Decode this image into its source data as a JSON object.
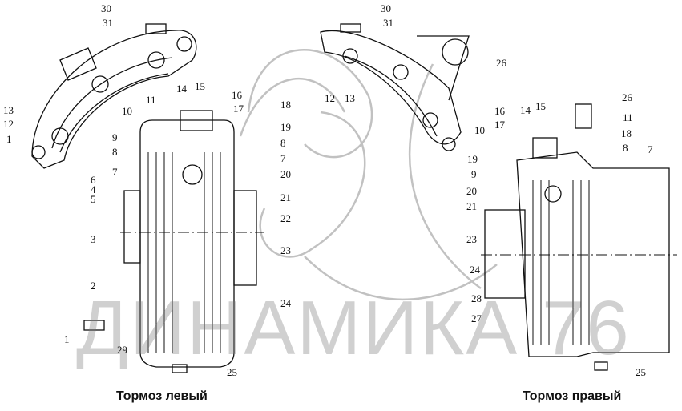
{
  "watermark": "ДИНАМИКА 76",
  "left_brake": {
    "caption": "Тормоз левый",
    "labels": [
      "30",
      "31",
      "13",
      "12",
      "1",
      "10",
      "11",
      "14",
      "15",
      "16",
      "17",
      "18",
      "19",
      "8",
      "7",
      "20",
      "21",
      "22",
      "23",
      "24",
      "25",
      "9",
      "8",
      "7",
      "6",
      "4",
      "5",
      "3",
      "2",
      "1",
      "29"
    ]
  },
  "right_brake": {
    "caption": "Тормоз правый",
    "labels": [
      "30",
      "31",
      "26",
      "12",
      "13",
      "10",
      "16",
      "17",
      "14",
      "15",
      "26",
      "11",
      "18",
      "8",
      "7",
      "19",
      "9",
      "20",
      "21",
      "23",
      "24",
      "28",
      "27",
      "25"
    ]
  }
}
